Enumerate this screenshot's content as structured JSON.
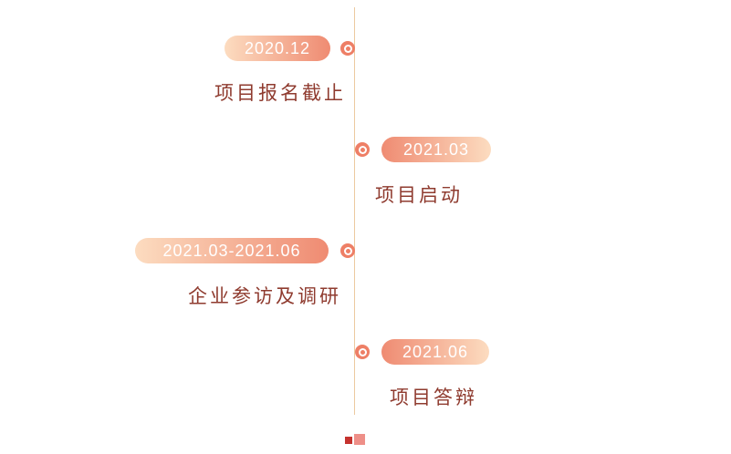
{
  "page": {
    "background": "#ffffff"
  },
  "timeline": {
    "axis_color": "#ecc9a0",
    "badge_gradient_light": "#fcdcc0",
    "badge_gradient_dark": "#ef8b72",
    "badge_text_color": "#ffffff",
    "label_color": "#8f3b2f",
    "dot_color": "#ee7f66",
    "items": [
      {
        "date": "2020.12",
        "label": "项目报名截止",
        "side": "left"
      },
      {
        "date": "2021.03",
        "label": "项目启动",
        "side": "right"
      },
      {
        "date": "2021.03-2021.06",
        "label": "企业参访及调研",
        "side": "left"
      },
      {
        "date": "2021.06",
        "label": "项目答辩",
        "side": "right"
      }
    ]
  },
  "footer": {
    "square_colors": [
      "#c5332f",
      "#ee8f88"
    ]
  }
}
